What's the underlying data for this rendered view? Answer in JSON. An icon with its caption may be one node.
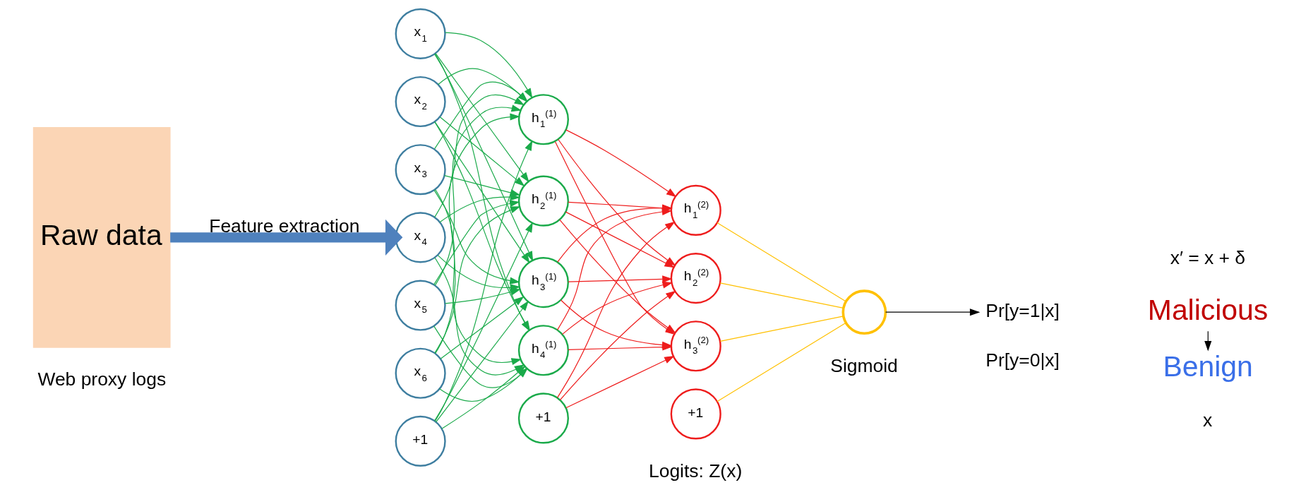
{
  "diagram": {
    "nodes": [
      {
        "text": [
          "Raw data"
        ],
        "beside": [
          "Web proxy logs"
        ]
      },
      {
        "text": [
          "x$_{1}$"
        ]
      },
      {
        "text": [
          "x$_{2}$"
        ]
      },
      {
        "text": [
          "x$_{3}$"
        ]
      },
      {
        "text": [
          "x$_{4}$"
        ]
      },
      {
        "text": [
          "x$_{5}$"
        ]
      },
      {
        "text": [
          "x$_{6}$"
        ]
      },
      {
        "text": [
          "+1"
        ]
      },
      {
        "text": [
          "h$_{1}$$^{(1)}$"
        ]
      },
      {
        "text": [
          "h$_{2}$$^{(1)}$"
        ]
      },
      {
        "text": [
          "h$_{3}$$^{(1)}$"
        ]
      },
      {
        "text": [
          "h$_{4}$$^{(1)}$"
        ]
      },
      {
        "text": [
          "+1"
        ]
      },
      {
        "text": [
          "h$_{1}$$^{(2)}$"
        ]
      },
      {
        "text": [
          "h$_{2}$$^{(2)}$"
        ]
      },
      {
        "text": [
          "h$_{3}$$^{(2)}$"
        ]
      },
      {
        "text": [
          "+1"
        ]
      },
      {
        "text": [],
        "shape": "circle",
        "beside": [
          "Sigmoid"
        ]
      },
      {
        "text": [
          "Pr[y=1|x]"
        ]
      },
      {
        "text": [
          "Malicious"
        ]
      },
      {
        "text": [
          "Benign"
        ]
      }
    ],
    "edges": [
      {
        "from": 0,
        "to": 4,
        "arrow": "to",
        "label": "Feature extraction",
        "style": "thick",
        "color": "#4f81bd"
      },
      {
        "from": 1,
        "to": 8,
        "arrow": "to"
      },
      {
        "from": 1,
        "to": 9,
        "arrow": "to"
      },
      {
        "from": 1,
        "to": 10,
        "arrow": "to"
      },
      {
        "from": 1,
        "to": 11,
        "arrow": "to"
      },
      {
        "from": 2,
        "to": 8,
        "arrow": "to"
      },
      {
        "from": 2,
        "to": 9,
        "arrow": "to"
      },
      {
        "from": 2,
        "to": 10,
        "arrow": "to"
      },
      {
        "from": 2,
        "to": 11,
        "arrow": "to"
      },
      {
        "from": 3,
        "to": 8,
        "arrow": "to"
      },
      {
        "from": 3,
        "to": 9,
        "arrow": "to"
      },
      {
        "from": 3,
        "to": 10,
        "arrow": "to"
      },
      {
        "from": 3,
        "to": 11,
        "arrow": "to"
      },
      {
        "from": 4,
        "to": 8,
        "arrow": "to"
      },
      {
        "from": 4,
        "to": 9,
        "arrow": "to"
      },
      {
        "from": 4,
        "to": 10,
        "arrow": "to"
      },
      {
        "from": 4,
        "to": 11,
        "arrow": "to"
      },
      {
        "from": 5,
        "to": 8,
        "arrow": "to"
      },
      {
        "from": 5,
        "to": 9,
        "arrow": "to"
      },
      {
        "from": 5,
        "to": 10,
        "arrow": "to"
      },
      {
        "from": 5,
        "to": 11,
        "arrow": "to"
      },
      {
        "from": 6,
        "to": 8,
        "arrow": "to"
      },
      {
        "from": 6,
        "to": 9,
        "arrow": "to"
      },
      {
        "from": 6,
        "to": 10,
        "arrow": "to"
      },
      {
        "from": 6,
        "to": 11,
        "arrow": "to"
      },
      {
        "from": 7,
        "to": 8,
        "arrow": "to"
      },
      {
        "from": 7,
        "to": 9,
        "arrow": "to"
      },
      {
        "from": 7,
        "to": 10,
        "arrow": "to"
      },
      {
        "from": 7,
        "to": 11,
        "arrow": "to"
      },
      {
        "from": 8,
        "to": 13,
        "arrow": "to",
        "color": "#ee1c1c"
      },
      {
        "from": 8,
        "to": 14,
        "arrow": "to",
        "color": "#ee1c1c"
      },
      {
        "from": 8,
        "to": 15,
        "arrow": "to",
        "color": "#ee1c1c"
      },
      {
        "from": 9,
        "to": 13,
        "arrow": "to",
        "color": "#ee1c1c"
      },
      {
        "from": 9,
        "to": 14,
        "arrow": "to",
        "color": "#ee1c1c"
      },
      {
        "from": 9,
        "to": 15,
        "arrow": "to",
        "color": "#ee1c1c"
      },
      {
        "from": 10,
        "to": 13,
        "arrow": "to",
        "color": "#ee1c1c"
      },
      {
        "from": 10,
        "to": 14,
        "arrow": "to",
        "color": "#ee1c1c"
      },
      {
        "from": 10,
        "to": 15,
        "arrow": "to",
        "color": "#ee1c1c"
      },
      {
        "from": 11,
        "to": 13,
        "arrow": "to",
        "color": "#ee1c1c"
      },
      {
        "from": 11,
        "to": 14,
        "arrow": "to",
        "color": "#ee1c1c"
      },
      {
        "from": 11,
        "to": 15,
        "arrow": "to",
        "color": "#ee1c1c"
      },
      {
        "from": 12,
        "to": 13,
        "arrow": "to",
        "color": "#ee1c1c"
      },
      {
        "from": 12,
        "to": 14,
        "arrow": "to",
        "color": "#ee1c1c"
      },
      {
        "from": 12,
        "to": 15,
        "arrow": "to",
        "color": "#ee1c1c"
      },
      {
        "from": 13,
        "to": 17,
        "arrow": "none",
        "color": "#ffc000"
      },
      {
        "from": 14,
        "to": 17,
        "arrow": "none",
        "color": "#ffc000"
      },
      {
        "from": 15,
        "to": 17,
        "arrow": "none",
        "color": "#ffc000"
      },
      {
        "from": 16,
        "to": 17,
        "arrow": "none",
        "color": "#ffc000"
      },
      {
        "from": 17,
        "to": 18,
        "arrow": "to",
        "color": "#000000"
      },
      {
        "from": 19,
        "to": 20,
        "arrow": "to",
        "color": "#000000"
      }
    ],
    "labels": [
      "x′ = x + δ",
      "Pr[y=0|x]",
      "Logits: Z(x)",
      "x"
    ]
  }
}
